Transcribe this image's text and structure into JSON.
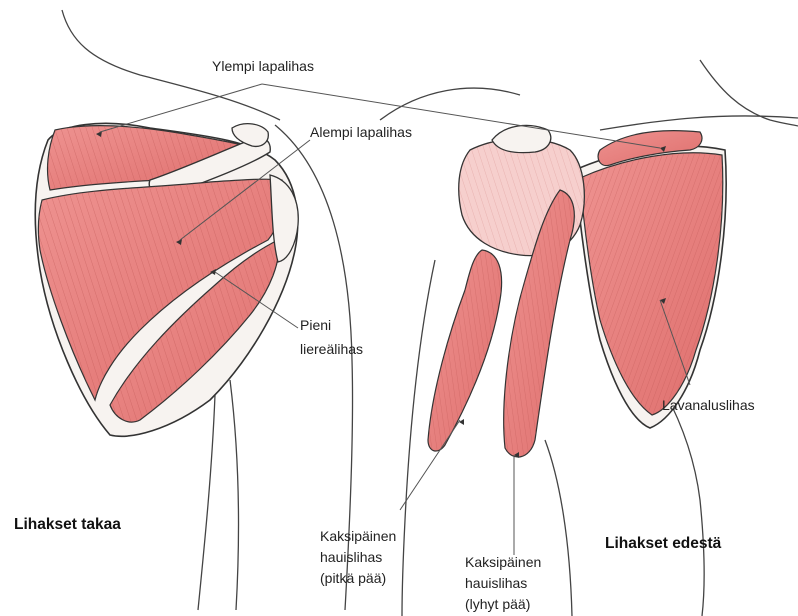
{
  "labels": {
    "supraspinatus": "Ylempi lapalihas",
    "infraspinatus": "Alempi lapalihas",
    "teres_minor_line1": "Pieni",
    "teres_minor_line2": "liereälihas",
    "subscapularis": "Lavanaluslihas",
    "biceps_long_line1": "Kaksipäinen",
    "biceps_long_line2": "hauislihas",
    "biceps_long_line3": "(pitkä pää)",
    "biceps_short_line1": "Kaksipäinen",
    "biceps_short_line2": "hauislihas",
    "biceps_short_line3": "(lyhyt pää)"
  },
  "views": {
    "back": "Lihakset takaa",
    "front": "Lihakset edestä"
  },
  "colors": {
    "muscle": "#e8817f",
    "muscle_light": "#f2b3b0",
    "muscle_dark": "#c95a58",
    "outline": "#333333",
    "leader": "#555555"
  }
}
